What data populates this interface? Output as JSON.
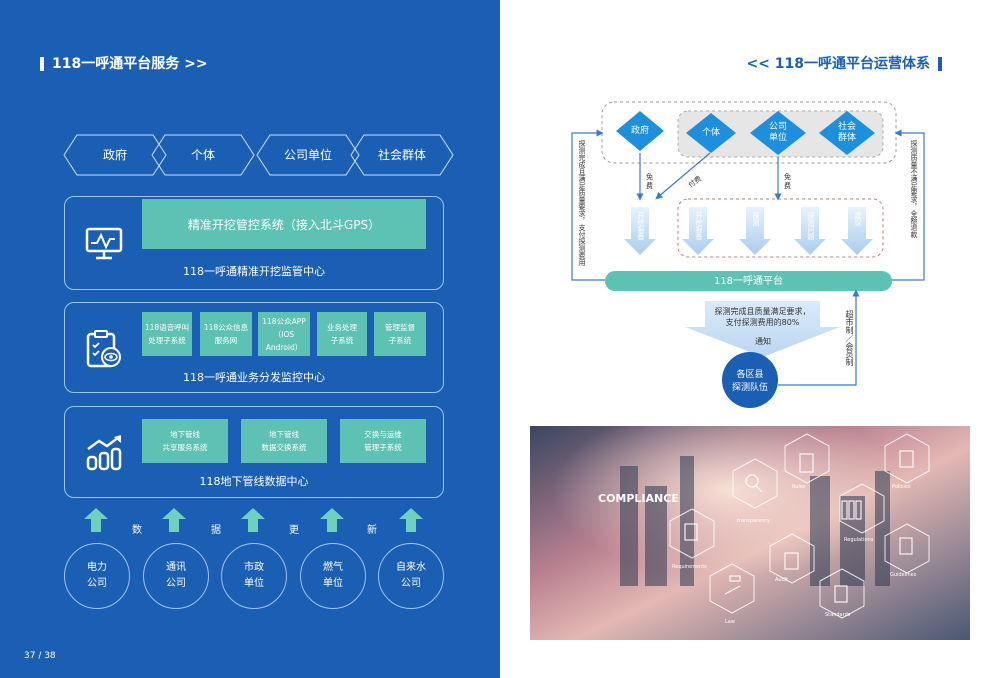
{
  "left": {
    "title": "118一呼通平台服务 >>",
    "page_number": "37 / 38",
    "hexagons": [
      "政府",
      "个体",
      "公司单位",
      "社会群体"
    ],
    "panel1": {
      "box": "精准开挖管控系统（接入北斗GPS）",
      "caption": "118一呼通精准开挖监管中心"
    },
    "panel2": {
      "boxes": [
        {
          "l1": "118语音呼叫",
          "l2": "处理子系统"
        },
        {
          "l1": "118公众信息",
          "l2": "服务网"
        },
        {
          "l1": "118公众APP",
          "l2": "（IOS Android）"
        },
        {
          "l1": "业务处理",
          "l2": "子系统"
        },
        {
          "l1": "管理监督",
          "l2": "子系统"
        }
      ],
      "caption": "118一呼通业务分发监控中心"
    },
    "panel3": {
      "boxes": [
        {
          "l1": "地下管线",
          "l2": "共享服务系统"
        },
        {
          "l1": "地下管线",
          "l2": "数据交换系统"
        },
        {
          "l1": "交换与运维",
          "l2": "管理子系统"
        }
      ],
      "caption": "118地下管线数据中心"
    },
    "update_words": [
      "数",
      "据",
      "更",
      "新"
    ],
    "circles": [
      {
        "l1": "电力",
        "l2": "公司"
      },
      {
        "l1": "通讯",
        "l2": "公司"
      },
      {
        "l1": "市政",
        "l2": "单位"
      },
      {
        "l1": "燃气",
        "l2": "单位"
      },
      {
        "l1": "自来水",
        "l2": "公司"
      }
    ]
  },
  "right": {
    "title": "<< 118一呼通平台运营体系",
    "diamonds": [
      {
        "l1": "政府",
        "l2": ""
      },
      {
        "l1": "个体",
        "l2": ""
      },
      {
        "l1": "公司",
        "l2": "单位"
      },
      {
        "l1": "社会",
        "l2": "群体"
      }
    ],
    "free1": "免费",
    "paid": "付费",
    "free2": "免费",
    "down_arrows": [
      "开挖报备",
      "开挖报备",
      "探测",
      "探测问题",
      "建议"
    ],
    "left_side_text": "探测完成且满足质量要求，支付探测费用",
    "right_side_text": "探测质量不满足要求，全额退款",
    "platform": "118一呼通平台",
    "big_arrow": {
      "l1": "探测完成且质量满足要求，",
      "l2": "支付探测费用的80%",
      "l3": "通知"
    },
    "county": {
      "l1": "各区县",
      "l2": "探测队伍"
    },
    "county_side": "超市制／会员制",
    "photo_labels": [
      "COMPLIANCE",
      "Requirements",
      "transparency",
      "Law",
      "Audit",
      "Standards",
      "Regulations",
      "Guidelines",
      "Policies",
      "Rules"
    ]
  },
  "colors": {
    "blue": "#1a5fb4",
    "teal": "#5dc2b3",
    "light_blue": "#8fc0ee"
  }
}
